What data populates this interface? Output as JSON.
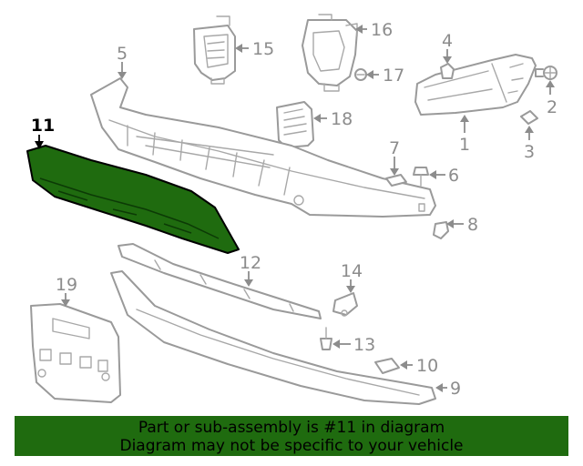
{
  "diagram": {
    "highlighted_callout": "11",
    "callouts": [
      "1",
      "2",
      "3",
      "4",
      "5",
      "6",
      "7",
      "8",
      "9",
      "10",
      "11",
      "12",
      "13",
      "14",
      "15",
      "16",
      "17",
      "18",
      "19"
    ]
  },
  "banner": {
    "line1": "Part or sub-assembly is #11 in diagram",
    "line2": "Diagram may not be specific to your vehicle",
    "background": "#1f6b0f"
  },
  "colors": {
    "highlight_part": "#1f6b0f",
    "line_art": "#9a9a9a",
    "callout_text": "#8c8c8c"
  }
}
